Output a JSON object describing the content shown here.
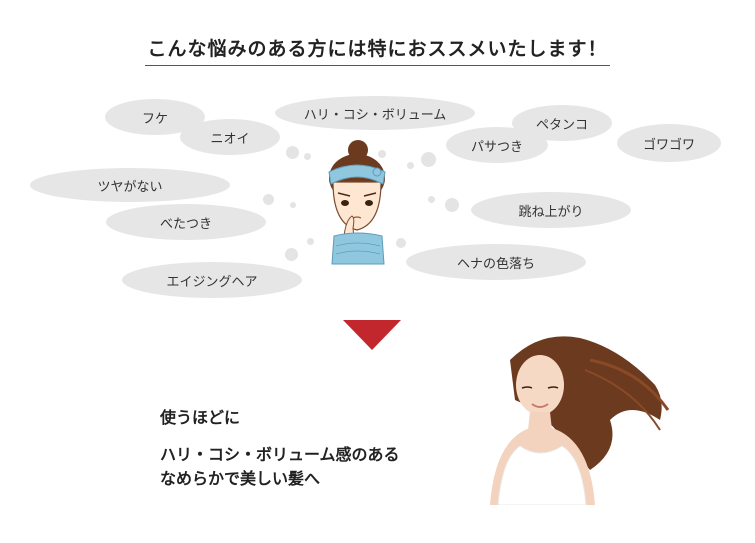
{
  "heading": "こんな悩みのある方には特におススメいたします！",
  "bubbles": {
    "fuke": "フケ",
    "nioi": "ニオイ",
    "hari": "ハリ・コシ・ボリューム",
    "petanko": "ペタンコ",
    "pasatsuki": "パサつき",
    "gowagowa": "ゴワゴワ",
    "tsuyaganai": "ツヤがない",
    "betatsuki": "べたつき",
    "haneagari": "跳ね上がり",
    "henairo": "ヘナの色落ち",
    "aging": "エイジングヘア"
  },
  "message": {
    "line1": "使うほどに",
    "line2": "ハリ・コシ・ボリューム感のある",
    "line3": "なめらかで美しい髪へ"
  },
  "colors": {
    "bubble": "#e6e6e6",
    "arrow": "#c1272d",
    "headband": "#8fc7df",
    "hair": "#6b3a1f"
  }
}
